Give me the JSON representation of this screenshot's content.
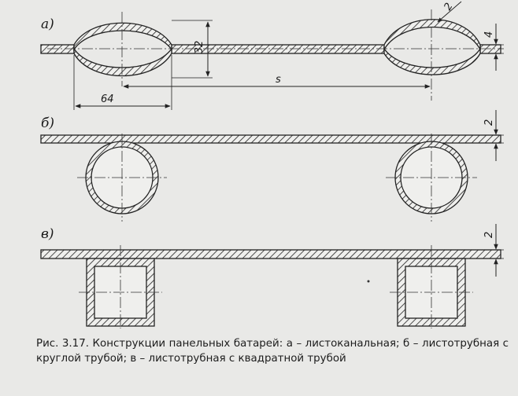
{
  "figure": {
    "panel_a_label": "а)",
    "panel_b_label": "б)",
    "panel_c_label": "в)",
    "dim_32": "32",
    "dim_64": "64",
    "dim_s": "s",
    "dim_2_a": "2",
    "dim_4_a": "4",
    "dim_2_b": "2",
    "dim_2_c": "2"
  },
  "caption": {
    "text": "Рис. 3.17. Конструкции панельных батарей: а – листоканальная; б – листотрубная с круглой трубой; в – листотрубная с квадратной трубой"
  }
}
